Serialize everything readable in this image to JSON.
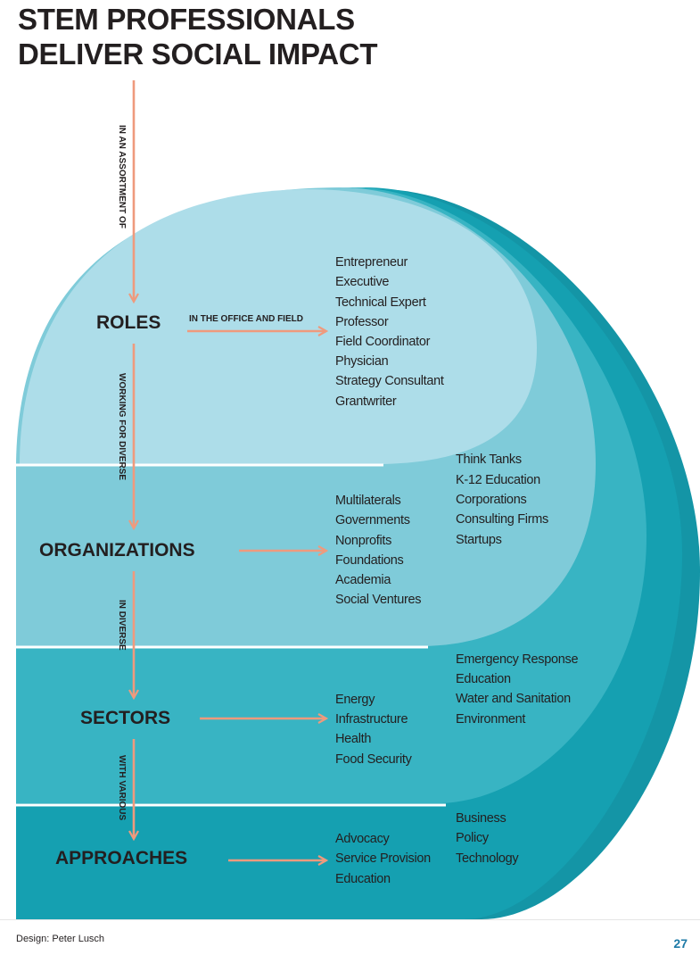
{
  "title_lines": [
    "STEM PROFESSIONALS",
    "DELIVER SOCIAL IMPACT"
  ],
  "colors": {
    "arrow": "#ef9a7d",
    "roles_fill": "#addde9",
    "organizations_fill": "#7fcbd9",
    "sectors_fill": "#38b4c3",
    "approaches_fill": "#15a0b1",
    "outer_ring": "#1495a6",
    "text": "#231f20"
  },
  "connectors": {
    "top": "IN AN ASSORTMENT OF",
    "roles_to_orgs": "WORKING FOR DIVERSE",
    "orgs_to_sectors": "IN DIVERSE",
    "sectors_to_approaches": "WITH VARIOUS"
  },
  "tiers": [
    {
      "label": "ROLES",
      "arrow_label": "IN THE OFFICE AND FIELD",
      "column_a": [
        "Entrepreneur",
        "Executive",
        "Technical Expert",
        "Professor",
        "Field Coordinator",
        "Physician",
        "Strategy Consultant",
        "Grantwriter"
      ],
      "column_b": []
    },
    {
      "label": "ORGANIZATIONS",
      "arrow_label": "",
      "column_a": [
        "Multilaterals",
        "Governments",
        "Nonprofits",
        "Foundations",
        "Academia",
        "Social Ventures"
      ],
      "column_b": [
        "Think Tanks",
        "K-12 Education",
        "Corporations",
        "Consulting Firms",
        "Startups"
      ]
    },
    {
      "label": "SECTORS",
      "arrow_label": "",
      "column_a": [
        "Energy",
        "Infrastructure",
        "Health",
        "Food Security"
      ],
      "column_b": [
        "Emergency Response",
        "Education",
        "Water and Sanitation",
        "Environment"
      ]
    },
    {
      "label": "APPROACHES",
      "arrow_label": "",
      "column_a": [
        "Advocacy",
        "Service Provision",
        "Education"
      ],
      "column_b": [
        "Business",
        "Policy",
        "Technology"
      ]
    }
  ],
  "credit": "Design: Peter Lusch",
  "page_number": "27"
}
